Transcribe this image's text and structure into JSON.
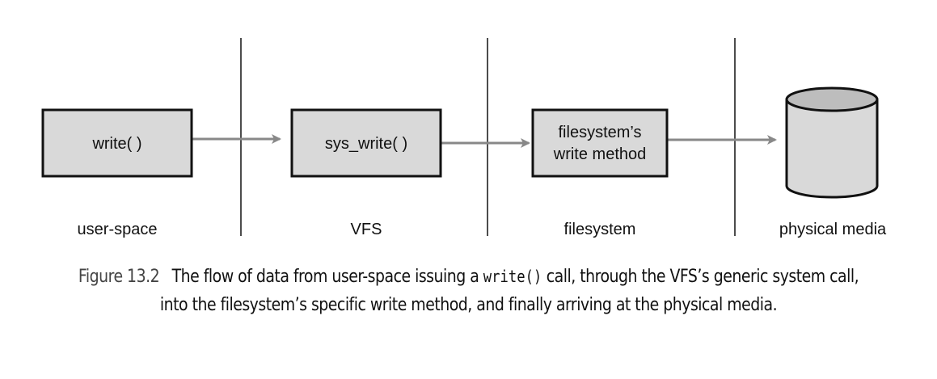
{
  "figure": {
    "lanes": [
      {
        "label": "user-space"
      },
      {
        "label": "VFS"
      },
      {
        "label": "filesystem"
      },
      {
        "label": "physical media"
      }
    ],
    "nodes": [
      {
        "id": "write",
        "type": "box",
        "lines": [
          "write( )"
        ]
      },
      {
        "id": "sys_write",
        "type": "box",
        "lines": [
          "sys_write( )"
        ]
      },
      {
        "id": "fs_write",
        "type": "box",
        "lines": [
          "filesystem’s",
          "write method"
        ]
      },
      {
        "id": "media",
        "type": "cylinder",
        "lines": []
      }
    ],
    "edges": [
      {
        "from": "write",
        "to": "sys_write"
      },
      {
        "from": "sys_write",
        "to": "fs_write"
      },
      {
        "from": "fs_write",
        "to": "media"
      }
    ],
    "colors": {
      "box_fill": "#d9d9d9",
      "cylinder_top_fill": "#bdbdbd",
      "stroke": "#111111",
      "arrow": "#888888"
    }
  },
  "caption": {
    "number": "Figure 13.2",
    "text_before_code": "The flow of data from user-space issuing a ",
    "code": "write()",
    "text_after_code": " call, through the VFS’s generic system call, into the filesystem’s specific write method, and finally arriving at the physical media."
  }
}
